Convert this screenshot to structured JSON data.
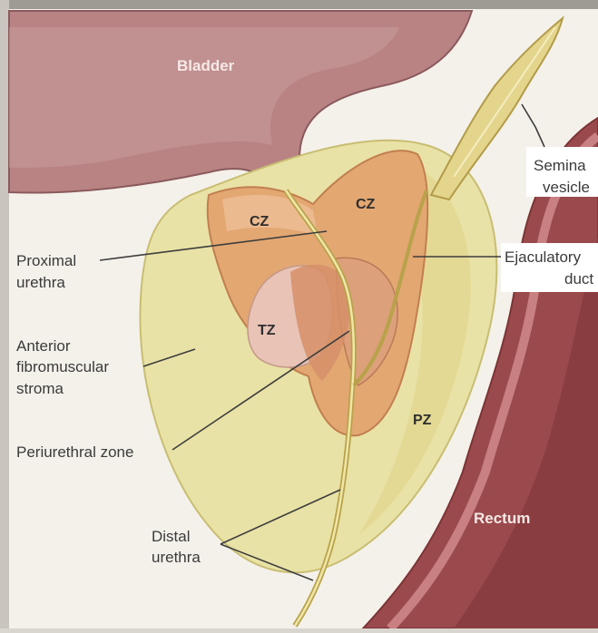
{
  "diagram": {
    "organ_labels": {
      "bladder": "Bladder",
      "rectum": "Rectum"
    },
    "zone_labels": {
      "cz_left": "CZ",
      "cz_right": "CZ",
      "tz": "TZ",
      "pz": "PZ"
    },
    "callouts": {
      "seminal_vesicle": [
        "Semina",
        "vesicle"
      ],
      "ejaculatory_duct": [
        "Ejaculatory",
        "duct"
      ],
      "proximal_urethra": [
        "Proximal",
        "urethra"
      ],
      "anterior_fibromuscular_stroma": [
        "Anterior",
        "fibromuscular",
        "stroma"
      ],
      "periurethral_zone": "Periurethral zone",
      "distal_urethra": [
        "Distal",
        "urethra"
      ]
    },
    "colors": {
      "bladder": "#b98384",
      "rectum": "#9a4a4c",
      "peripheral_zone": "#e9e2a6",
      "central_zone": "#e3a772",
      "transition_zone": "#e8c3b6"
    }
  }
}
